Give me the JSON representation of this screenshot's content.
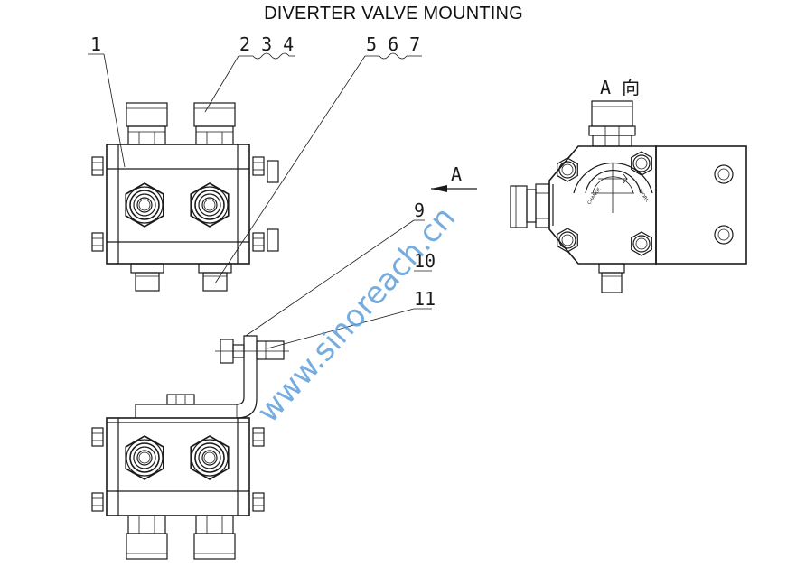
{
  "title": "DIVERTER VALVE MOUNTING",
  "callouts": {
    "c1": "1",
    "c234": "2 3 4",
    "c567": "5 6 7",
    "c9": "9",
    "c10": "10",
    "c11": "11"
  },
  "view_label": "A 向",
  "arrow_label": "A",
  "dial": {
    "left": "CHANGE",
    "right": "WORK"
  },
  "watermark": "www.sinoreach.cn"
}
